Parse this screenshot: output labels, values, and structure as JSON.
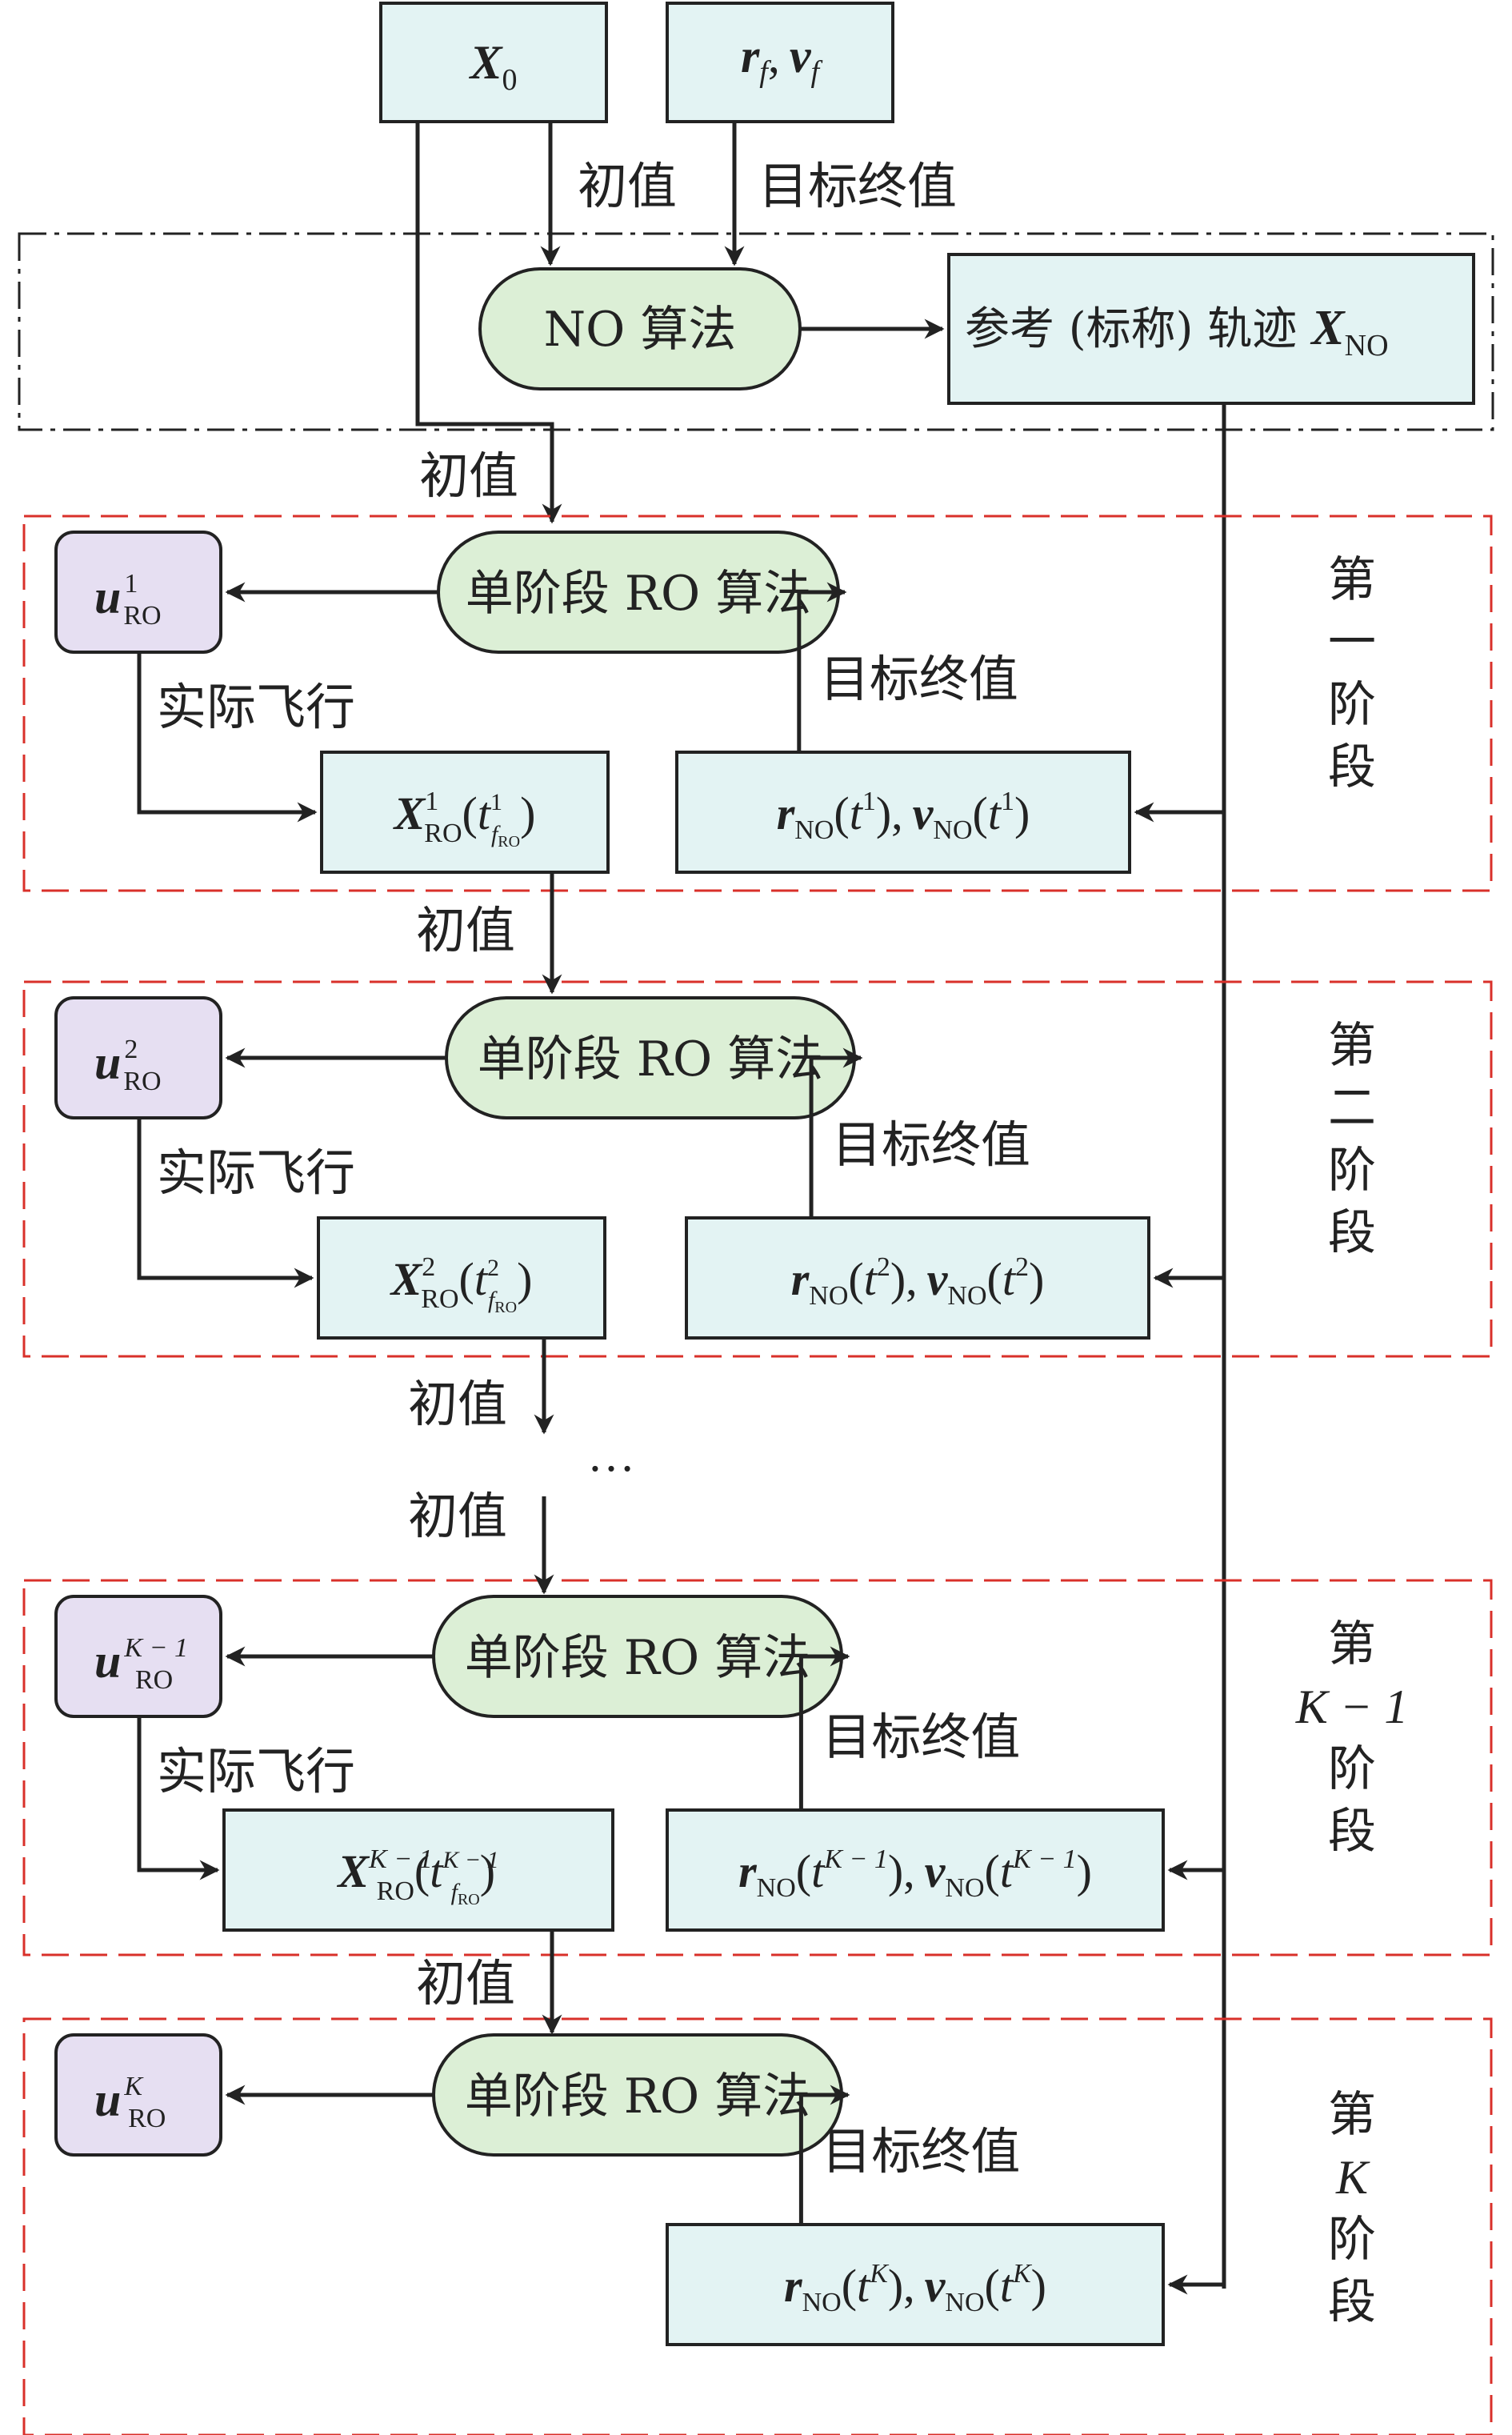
{
  "inputs": {
    "x0_symbol": "X",
    "x0_sub": "0",
    "rf_symbol": "r",
    "rf_sub": "f",
    "vf_symbol": "v",
    "vf_sub": "f",
    "sep": ","
  },
  "labels": {
    "initial_value": "初值",
    "target_terminal": "目标终值",
    "actual_flight": "实际飞行",
    "ellipsis": "…"
  },
  "no_stage": {
    "algorithm": "NO 算法",
    "reference_text": "参考 (标称) 轨迹",
    "reference_symbol": "X",
    "reference_sub": "NO"
  },
  "ro_algorithm": "单阶段 RO 算法",
  "symbols": {
    "u": "u",
    "x": "X",
    "r": "r",
    "v": "v",
    "t": "t",
    "f": "f",
    "ro": "RO",
    "no": "NO"
  },
  "stages": [
    {
      "label_lines": [
        "第",
        "一",
        "阶",
        "段"
      ],
      "index": "1"
    },
    {
      "label_lines": [
        "第",
        "二",
        "阶",
        "段"
      ],
      "index": "2"
    },
    {
      "label_lines": [
        "第",
        "K − 1",
        "阶",
        "段"
      ],
      "index": "K − 1"
    },
    {
      "label_lines": [
        "第",
        "K",
        "阶",
        "段"
      ],
      "index": "K"
    }
  ],
  "colors": {
    "box_fill": "#e3f3f3",
    "pill_fill": "#dcefd6",
    "control_fill": "#e6dff2",
    "stage_border": "#d9302a",
    "line": "#222222"
  }
}
